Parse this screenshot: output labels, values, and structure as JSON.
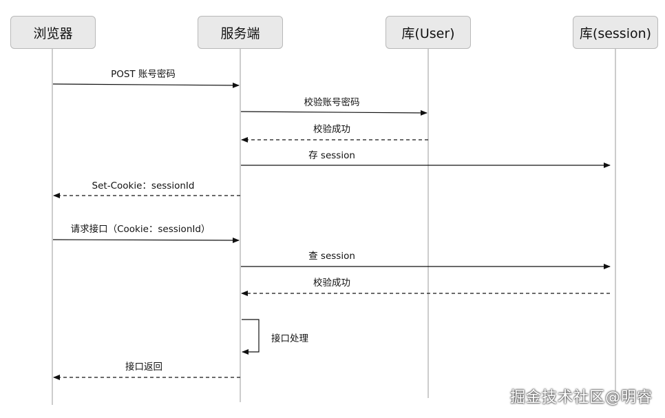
{
  "participants": [
    {
      "label": "浏览器"
    },
    {
      "label": "服务端"
    },
    {
      "label": "库(User)"
    },
    {
      "label": "库(session)"
    }
  ],
  "messages": [
    {
      "label": "POST 账号密码"
    },
    {
      "label": "校验账号密码"
    },
    {
      "label": "校验成功"
    },
    {
      "label": "存 session"
    },
    {
      "label": "Set-Cookie：sessionId"
    },
    {
      "label": "请求接口（Cookie：sessionId）"
    },
    {
      "label": "查 session"
    },
    {
      "label": "校验成功"
    },
    {
      "label": "接口处理"
    },
    {
      "label": "接口返回"
    }
  ],
  "watermark": "掘金技术社区@明睿",
  "colors": {
    "participant_fill": "#e9e9e9",
    "participant_border": "#b8b8b8",
    "line": "#111111",
    "lifeline": "#9a9a9a"
  }
}
